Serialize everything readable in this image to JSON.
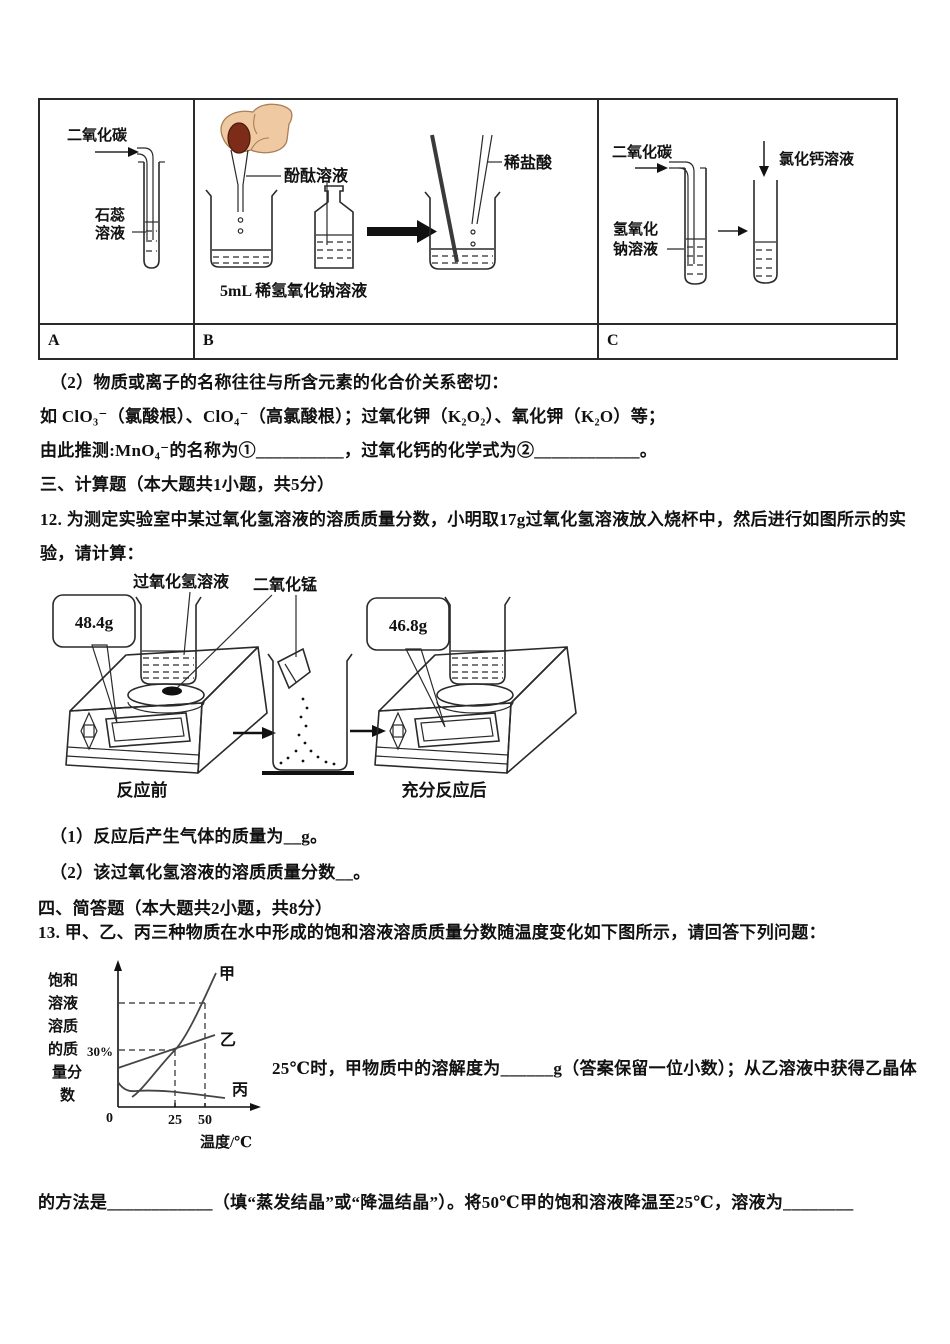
{
  "page": {
    "background": "#ffffff"
  },
  "apparatus_table": {
    "cell_a": {
      "label": "A",
      "co2": "二氧化碳",
      "litmus": [
        "石蕊",
        "溶液"
      ]
    },
    "cell_b": {
      "label": "B",
      "phenolphthalein": "酚酞溶液",
      "naoh_caption": "5mL 稀氢氧化钠溶液",
      "hcl": "稀盐酸"
    },
    "cell_c": {
      "label": "C",
      "co2": "二氧化碳",
      "naoh": [
        "氢氧化",
        "钠溶液"
      ],
      "cacl2": "氯化钙溶液"
    }
  },
  "question2": {
    "line1": "（2）物质或离子的名称往往与所含元素的化合价关系密切：",
    "line2": "如 ClO₃⁻（氯酸根）、ClO₄⁻（高氯酸根）；过氧化钾（K₂O₂）、氧化钾（K₂O）等；",
    "line3": "由此推测:MnO₄⁻的名称为①__________，过氧化钙的化学式为②____________。"
  },
  "section3": {
    "heading": "三、计算题（本大题共1小题，共5分）",
    "q12_text": "12. 为测定实验室中某过氧化氢溶液的溶质质量分数，小明取17g过氧化氢溶液放入烧杯中，然后进行如图所示的实验，请计算：",
    "figure": {
      "h2o2_label": "过氧化氢溶液",
      "mno2_label": "二氧化锰",
      "mass_before": "48.4g",
      "mass_after": "46.8g",
      "caption_before": "反应前",
      "caption_after": "充分反应后"
    },
    "q12_sub1": "（1）反应后产生气体的质量为__g。",
    "q12_sub2": "（2）该过氧化氢溶液的溶质质量分数__。"
  },
  "section4": {
    "heading": "四、简答题（本大题共2小题，共8分）",
    "q13_text": "13. 甲、乙、丙三种物质在水中形成的饱和溶液溶质质量分数随温度变化如下图所示，请回答下列问题：",
    "q13_side_text": "25℃时，甲物质中的溶解度为______g（答案保留一位小数）；从乙溶液中获得乙晶体",
    "q13_bottom_text": "的方法是____________（填“蒸发结晶”或“降温结晶”）。将50℃甲的饱和溶液降温至25℃，溶液为________"
  },
  "chart_data": {
    "type": "line",
    "title": "",
    "ylabel": "饱和溶液溶质的质量分数",
    "ylabel_lines": [
      "饱和",
      "溶液",
      "溶质",
      "的质",
      "量分",
      "数"
    ],
    "y_tick": "30%",
    "xlabel": "温度/℃",
    "x_ticks": [
      "0",
      "25",
      "50"
    ],
    "xlim": [
      0,
      60
    ],
    "grid": false,
    "legend_position": "inline-curve-labels",
    "series": [
      {
        "name": "甲",
        "x": [
          9,
          25,
          50
        ],
        "y_percent": [
          5,
          30,
          55
        ]
      },
      {
        "name": "乙",
        "x": [
          0,
          25,
          50
        ],
        "y_percent": [
          20,
          30,
          34
        ]
      },
      {
        "name": "丙",
        "x": [
          0,
          25,
          60
        ],
        "y_percent": [
          13,
          8,
          5
        ]
      }
    ],
    "annotations": [
      "甲、乙两曲线相交于(25℃, 30%)",
      "虚线参考线：25℃、50℃、30%"
    ]
  }
}
